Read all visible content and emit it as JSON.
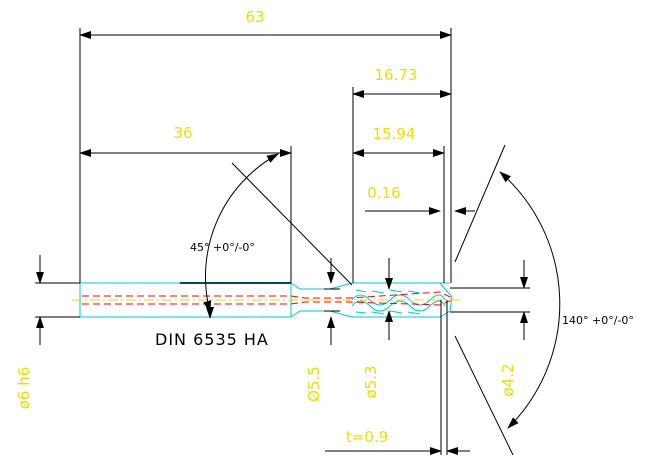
{
  "dimensions": {
    "overall_length": "63",
    "length_16_73": "16.73",
    "length_36": "36",
    "length_15_94": "15.94",
    "length_0_16": "0.16",
    "angle_45": "45° +0°/-0°",
    "angle_140": "140° +0°/-0°",
    "dia_shank": "ø6 h6",
    "dia_5_5": "Ø5.5",
    "dia_5_3": "ø5.3",
    "dia_4_2": "ø4.2",
    "t_value": "t=0.9"
  },
  "standard_label": "DIN 6535 HA",
  "colors": {
    "dimension_text": "#e8e000",
    "dimension_lines": "#000000",
    "outline": "#00c8dc",
    "hidden": "#ff0000",
    "centerline": "#e8d800"
  }
}
